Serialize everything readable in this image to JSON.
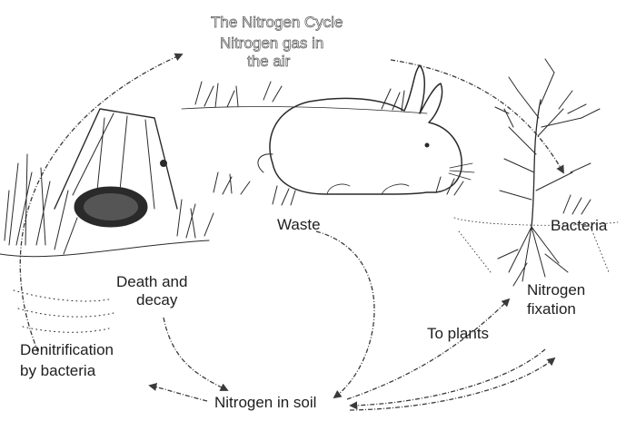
{
  "title": "The Nitrogen Cycle",
  "nodes": {
    "air": [
      "Nitrogen gas in",
      "the air"
    ],
    "waste": "Waste",
    "bacteria": "Bacteria",
    "death_decay": [
      "Death and",
      "decay"
    ],
    "nitrogen_fixation": [
      "Nitrogen",
      "fixation"
    ],
    "to_plants": "To plants",
    "denitrification": [
      "Denitrification",
      "by bacteria"
    ],
    "soil": "Nitrogen in soil"
  },
  "illustrations": [
    "rabbit",
    "plant-with-roots",
    "hollow-log",
    "grass"
  ],
  "colors": {
    "ink": "#2a2a2a",
    "background": "#ffffff"
  }
}
